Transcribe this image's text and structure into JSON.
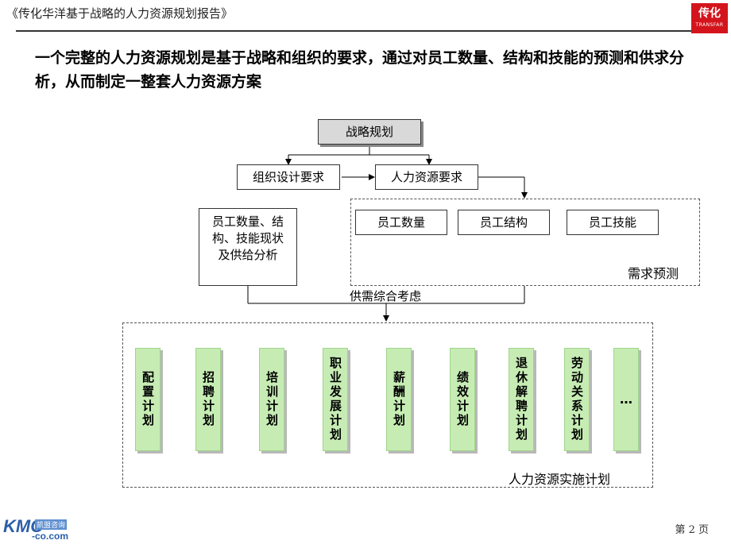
{
  "header": {
    "title": "《传化华洋基于战略的人力资源规划报告》",
    "logo_cn": "传化",
    "logo_en": "TRANSFAR"
  },
  "headline": "一个完整的人力资源规划是基于战略和组织的要求，通过对员工数量、结构和技能的预测和供求分析，从而制定一整套人力资源方案",
  "diagram": {
    "strategy": "战略规划",
    "org_design": "组织设计要求",
    "hr_need": "人力资源要求",
    "supply_analysis": "员工数量、结构、技能现状及供给分析",
    "demand_items": [
      "员工数量",
      "员工结构",
      "员工技能"
    ],
    "demand_label": "需求预测",
    "balance_label": "供需综合考虑",
    "plans": [
      "配置计划",
      "招聘计划",
      "培训计划",
      "职业发展计划",
      "薪酬计划",
      "绩效计划",
      "退休解聘计划",
      "劳动关系计划",
      "…"
    ],
    "plans_label": "人力资源实施计划"
  },
  "footer": {
    "page": "第 2 页",
    "brand": "KMC",
    "brand_sub": "凯盟咨询",
    "brand_domain": "-co.com"
  }
}
